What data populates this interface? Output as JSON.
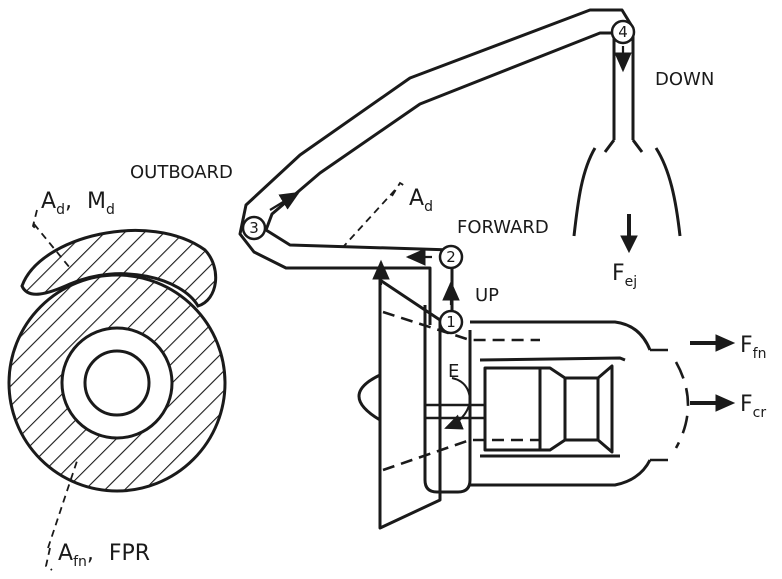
{
  "labels": {
    "outboard": "OUTBOARD",
    "forward": "FORWARD",
    "down": "DOWN",
    "up": "UP",
    "e": "E",
    "ad_main": "A",
    "ad_main_sub": "d",
    "ad_sec": "A",
    "ad_sec_sub": "d",
    "md": "M",
    "md_sub": "d",
    "afn": "A",
    "afn_sub": "fn",
    "fpr": "FPR",
    "fej": "F",
    "fej_sub": "ej",
    "ffn": "F",
    "ffn_sub": "fn",
    "fcr": "F",
    "fcr_sub": "cr",
    "comma": ","
  },
  "stations": [
    "1",
    "2",
    "3",
    "4"
  ]
}
